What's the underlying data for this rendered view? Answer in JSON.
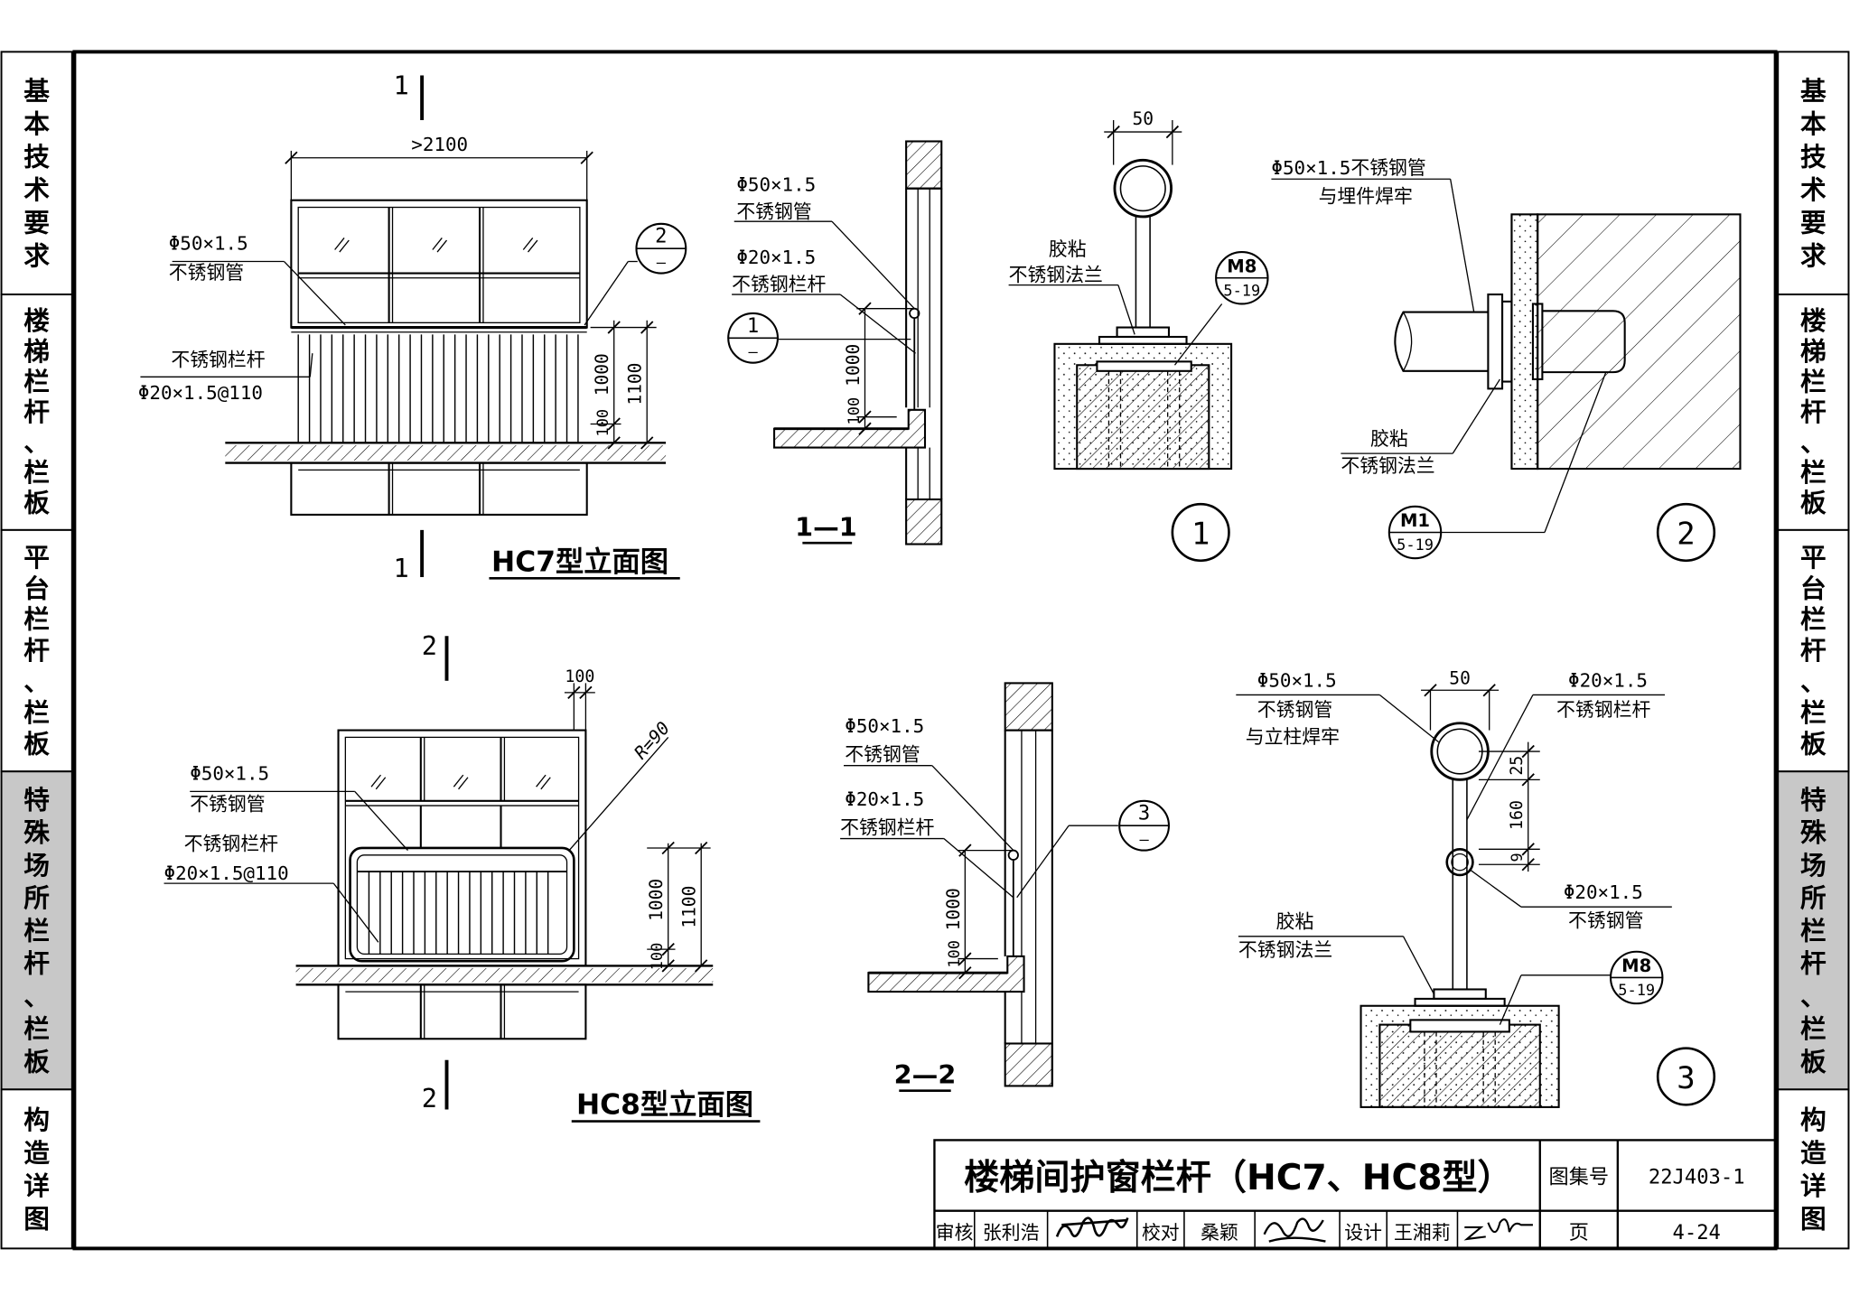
{
  "sidebar": {
    "sections": [
      {
        "label": "基本技术要求",
        "highlighted": false
      },
      {
        "label": "楼梯栏杆、栏板",
        "highlighted": false
      },
      {
        "label": "平台栏杆、栏板",
        "highlighted": false
      },
      {
        "label": "特殊场所栏杆、栏板",
        "highlighted": true
      },
      {
        "label": "构造详图",
        "highlighted": false
      }
    ],
    "highlight_color": "#c8c8c8"
  },
  "hc7": {
    "title": "HC7型立面图",
    "cut_mark": "1",
    "width_dim": ">2100",
    "pipe_label_1": "Φ50×1.5",
    "pipe_label_2": "不锈钢管",
    "bar_label_1": "不锈钢栏杆",
    "bar_label_2": "Φ20×1.5@110",
    "dim_1000": "1000",
    "dim_1100": "1100",
    "dim_100": "100",
    "detail_callout": {
      "num": "2",
      "ref": "—"
    }
  },
  "sec11": {
    "title": "1—1",
    "pipe_label_1": "Φ50×1.5",
    "pipe_label_2": "不锈钢管",
    "bar_label_1": "Φ20×1.5",
    "bar_label_2": "不锈钢栏杆",
    "dim_1000": "1000",
    "dim_100": "100",
    "detail_callout": {
      "num": "1",
      "ref": "—"
    }
  },
  "det1": {
    "number": "1",
    "dim_50": "50",
    "flange_label_1": "胶粘",
    "flange_label_2": "不锈钢法兰",
    "anchor_callout": {
      "code": "M8",
      "ref": "5-19"
    }
  },
  "det2": {
    "number": "2",
    "pipe_label_1": "Φ50×1.5不锈钢管",
    "pipe_label_2": "与埋件焊牢",
    "flange_label_1": "胶粘",
    "flange_label_2": "不锈钢法兰",
    "anchor_callout": {
      "code": "M1",
      "ref": "5-19"
    }
  },
  "hc8": {
    "title": "HC8型立面图",
    "cut_mark": "2",
    "dim_100_top": "100",
    "radius": "R=90",
    "pipe_label_1": "Φ50×1.5",
    "pipe_label_2": "不锈钢管",
    "bar_label_1": "不锈钢栏杆",
    "bar_label_2": "Φ20×1.5@110",
    "dim_1000": "1000",
    "dim_1100": "1100",
    "dim_100": "100"
  },
  "sec22": {
    "title": "2—2",
    "pipe_label_1": "Φ50×1.5",
    "pipe_label_2": "不锈钢管",
    "bar_label_1": "Φ20×1.5",
    "bar_label_2": "不锈钢栏杆",
    "dim_1000": "1000",
    "dim_100": "100",
    "detail_callout": {
      "num": "3",
      "ref": "—"
    }
  },
  "det3": {
    "number": "3",
    "dim_50": "50",
    "pipe_label_1": "Φ50×1.5",
    "pipe_label_2": "不锈钢管",
    "pipe_label_3": "与立柱焊牢",
    "post_label_1": "Φ20×1.5",
    "post_label_2": "不锈钢栏杆",
    "rail_label_1": "Φ20×1.5",
    "rail_label_2": "不锈钢管",
    "flange_label_1": "胶粘",
    "flange_label_2": "不锈钢法兰",
    "dim_25": "25",
    "dim_160": "160",
    "dim_9": "9",
    "anchor_callout": {
      "code": "M8",
      "ref": "5-19"
    }
  },
  "titleblock": {
    "title": "楼梯间护窗栏杆（HC7、HC8型）",
    "atlas_label": "图集号",
    "atlas_no": "22J403-1",
    "page_label": "页",
    "page_no": "4-24",
    "review_label": "审核",
    "reviewer": "张利浩",
    "check_label": "校对",
    "checker": "桑颖",
    "design_label": "设计",
    "designer": "王湘莉"
  }
}
